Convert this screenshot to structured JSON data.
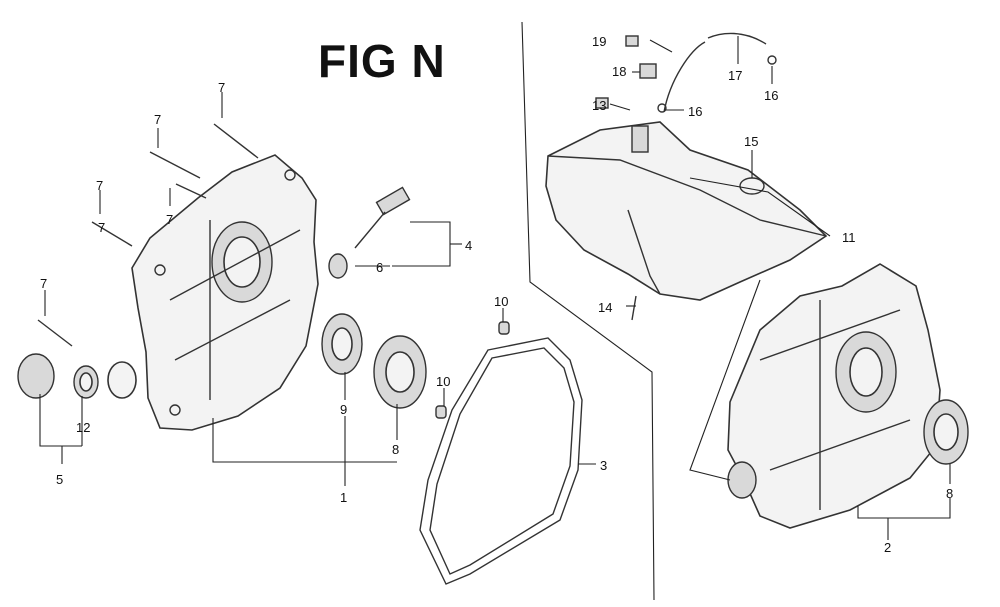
{
  "figure": {
    "title": "FIG N"
  },
  "callouts": {
    "c1": "1",
    "c2": "2",
    "c3": "3",
    "c4": "4",
    "c5": "5",
    "c6": "6",
    "c7a": "7",
    "c7b": "7",
    "c7c": "7",
    "c7d": "7",
    "c7e": "7",
    "c7f": "7",
    "c8a": "8",
    "c8b": "8",
    "c9": "9",
    "c10a": "10",
    "c10b": "10",
    "c11": "11",
    "c12": "12",
    "c13": "13",
    "c14": "14",
    "c15": "15",
    "c16a": "16",
    "c16b": "16",
    "c17": "17",
    "c18": "18",
    "c19": "19"
  }
}
